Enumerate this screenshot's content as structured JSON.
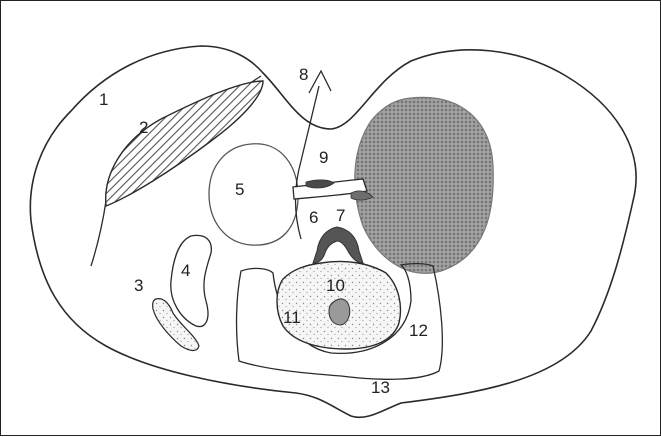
{
  "labels": {
    "l1": "1",
    "l2": "2",
    "l3": "3",
    "l4": "4",
    "l5": "5",
    "l6": "6",
    "l7": "7",
    "l8": "8",
    "l9": "9",
    "l10": "10",
    "l11": "11",
    "l12": "12",
    "l13": "13"
  },
  "colors": {
    "line": "#2a2a2a",
    "shade_dark": "#8c8c8c",
    "shade_light": "#cfcfcf",
    "background": "#ffffff"
  }
}
